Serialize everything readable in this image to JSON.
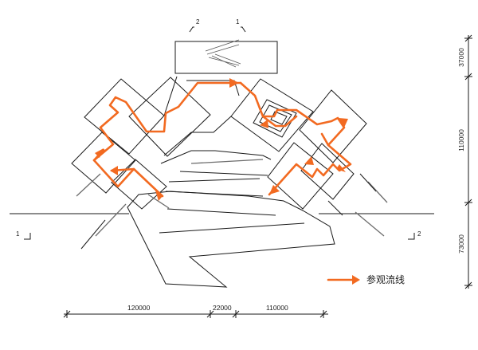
{
  "legend": {
    "label": "参观流线",
    "route_color": "#f26a21"
  },
  "dimensions": {
    "horizontal": [
      "120000",
      "22000",
      "110000"
    ],
    "vertical": [
      "37000",
      "110000",
      "73000"
    ]
  },
  "section_marks": {
    "section_1": "1",
    "section_2": "2"
  },
  "colors": {
    "line": "#1a1a1a",
    "route": "#f26a21"
  }
}
